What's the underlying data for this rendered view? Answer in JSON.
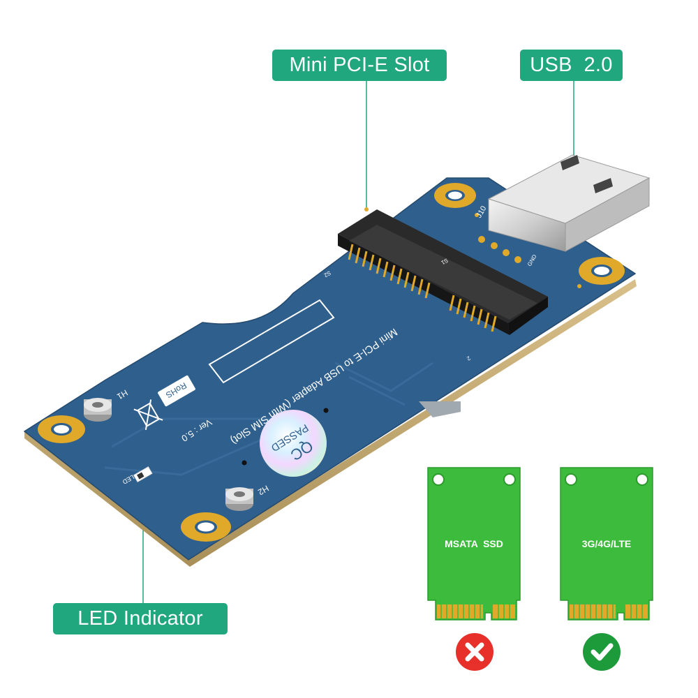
{
  "callouts": {
    "mini_pcie_slot": "Mini PCI-E Slot",
    "usb": "USB  2.0",
    "led_indicator": "LED Indicator"
  },
  "board": {
    "product_text": "Mini PCI-E to USB Adapter (With SIM Slot)",
    "version": "Ver : 5.0",
    "rohs": "RoHS",
    "qc_line1": "QC",
    "qc_line2": "PASSED",
    "h1": "H1",
    "h2": "H2",
    "led": "LED",
    "j10": "J10",
    "gnd": "GND",
    "s1": "S1",
    "s2": "S2",
    "pin2": "2"
  },
  "cards": {
    "msata": {
      "label": "MSATA  SSD",
      "status": "unsupported"
    },
    "lte": {
      "label": "3G/4G/LTE",
      "status": "supported"
    }
  },
  "colors": {
    "callout_bg": "#20a77d",
    "pcb_blue": "#2f5f8c",
    "card_green": "#3dbb3d",
    "gold": "#e0a92a",
    "cross_red": "#e8302b",
    "check_green": "#1d9a3a"
  }
}
